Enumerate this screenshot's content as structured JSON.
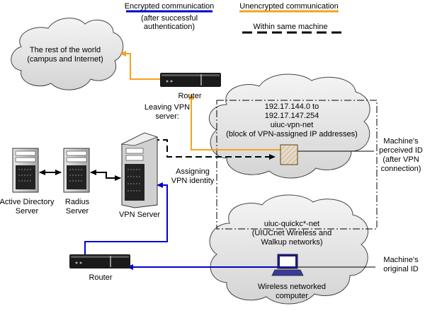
{
  "legend": {
    "encrypted_title": "Encrypted communication",
    "encrypted_sub1": "(after successful",
    "encrypted_sub2": "authentication)",
    "unencrypted_title": "Unencrypted communication",
    "same_machine": "Within same machine",
    "encrypted_color": "#0000cc",
    "unencrypted_color": "#f7a21c"
  },
  "world_cloud": {
    "line1": "The rest of the world",
    "line2": "(campus and Internet)"
  },
  "top_router": {
    "label": "Router"
  },
  "leaving": {
    "line1": "Leaving VPN",
    "line2": "server:"
  },
  "vpn_net": {
    "line1": "192.17.144.0 to",
    "line2": "192.17.147.254",
    "line3": "uiuc-vpn-net",
    "line4": "(block of VPN-assigned IP addresses)"
  },
  "perceived": {
    "line1": "Machine's",
    "line2": "perceived ID",
    "line3": "(after VPN",
    "line4": "connection)"
  },
  "assigning": {
    "line1": "Assigning",
    "line2": "VPN identity"
  },
  "servers": {
    "ad_line1": "Active Directory",
    "ad_line2": "Server",
    "radius_line1": "Radius",
    "radius_line2": "Server",
    "vpn": "VPN Server"
  },
  "quick_net": {
    "line1": "uiuc-quickc*-net",
    "line2": "(UIUCnet Wireless and",
    "line3": "Walkup networks)"
  },
  "original": {
    "line1": "Machine's",
    "line2": "original ID"
  },
  "bottom_router": {
    "label": "Router"
  },
  "computer": {
    "line1": "Wireless networked",
    "line2": "computer"
  }
}
